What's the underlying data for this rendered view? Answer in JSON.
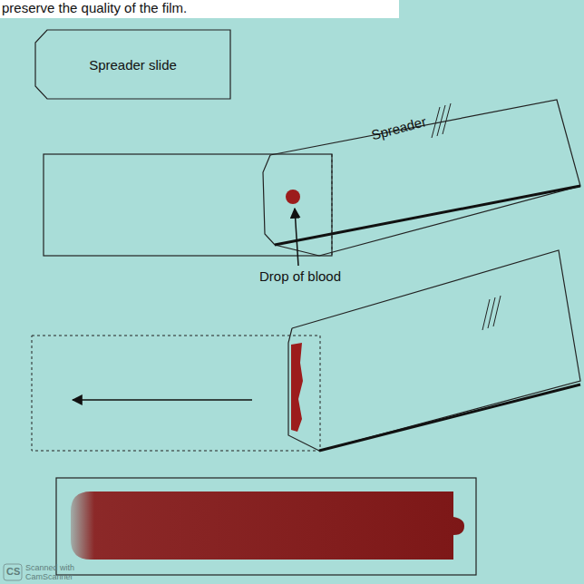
{
  "diagram": {
    "nodes": [
      {
        "text": [
          "Spreader slide"
        ]
      }
    ],
    "labels": [
      "preserve the quality of the film.",
      "Spreader",
      "Drop of blood",
      "CS",
      "Scanned with CamScanner"
    ]
  }
}
